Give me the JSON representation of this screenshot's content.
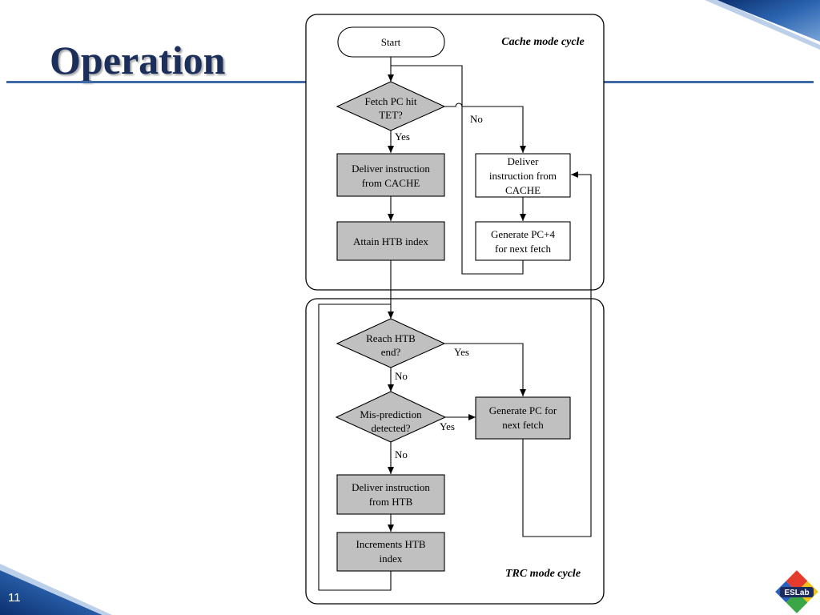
{
  "slide": {
    "title": "Operation",
    "page_number": "11",
    "logo_text": "ESLab"
  },
  "colors": {
    "title": "#1c2e5a",
    "accent_blue": "#3e6aa6",
    "process_fill_gray": "#c0c0c0",
    "process_fill_white": "#ffffff"
  },
  "diagram": {
    "cache_section": {
      "label": "Cache mode cycle",
      "start": "Start",
      "decision_hit": [
        "Fetch PC hit",
        "TET?"
      ],
      "yes_label": "Yes",
      "no_label": "No",
      "deliver_cache_gray": [
        "Deliver instruction",
        "from CACHE"
      ],
      "attain_htb": [
        "Attain HTB index"
      ],
      "deliver_cache_white": [
        "Deliver",
        "instruction from",
        "CACHE"
      ],
      "generate_pc4": [
        "Generate PC+4",
        "for next fetch"
      ]
    },
    "trc_section": {
      "label": "TRC mode cycle",
      "decision_end": [
        "Reach HTB",
        "end?"
      ],
      "yes_label_end": "Yes",
      "no_label_end": "No",
      "decision_mispred": [
        "Mis-prediction",
        "detected?"
      ],
      "yes_label_mispred": "Yes",
      "no_label_mispred": "No",
      "generate_pc": [
        "Generate PC for",
        "next fetch"
      ],
      "deliver_htb": [
        "Deliver instruction",
        "from HTB"
      ],
      "increment_htb": [
        "Increments HTB",
        "index"
      ]
    }
  }
}
